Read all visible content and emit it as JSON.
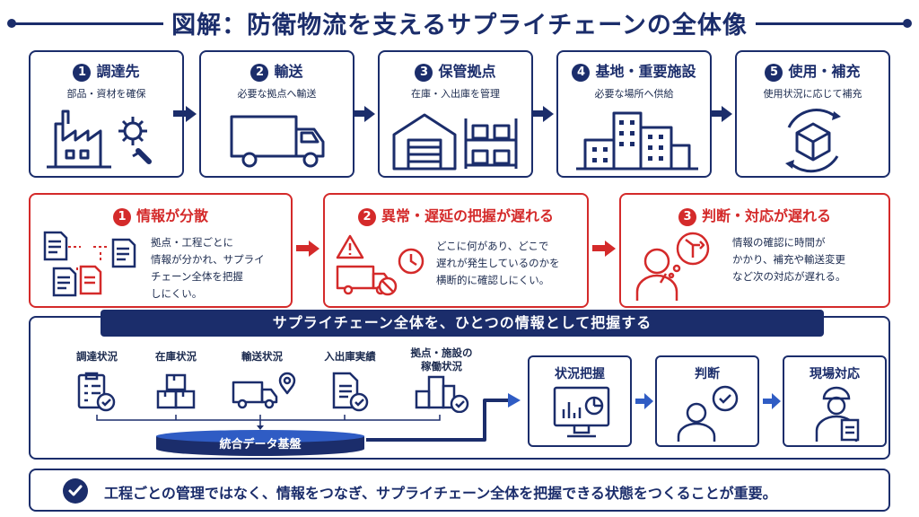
{
  "title": "図解：防衛物流を支えるサプライチェーンの全体像",
  "steps": [
    {
      "num": "1",
      "label": "調達先",
      "sub": "部品・資材を確保",
      "icon": "factory-gear-icon"
    },
    {
      "num": "2",
      "label": "輸送",
      "sub": "必要な拠点へ輸送",
      "icon": "truck-icon"
    },
    {
      "num": "3",
      "label": "保管拠点",
      "sub": "在庫・入出庫を管理",
      "icon": "warehouse-icon"
    },
    {
      "num": "4",
      "label": "基地・重要施設",
      "sub": "必要な場所へ供給",
      "icon": "buildings-icon"
    },
    {
      "num": "5",
      "label": "使用・補充",
      "sub": "使用状況に応じて補充",
      "icon": "box-cycle-icon"
    }
  ],
  "problems": [
    {
      "num": "1",
      "label": "情報が分散",
      "lines": [
        "拠点・工程ごとに",
        "情報が分かれ、サプライ",
        "チェーン全体を把握",
        "しにくい。"
      ]
    },
    {
      "num": "2",
      "label": "異常・遅延の把握が遅れる",
      "lines": [
        "どこに何があり、どこで",
        "遅れが発生しているのかを",
        "横断的に確認しにくい。"
      ]
    },
    {
      "num": "3",
      "label": "判断・対応が遅れる",
      "lines": [
        "情報の確認に時間が",
        "かかり、補充や輸送変更",
        "など次の対応が遅れる。"
      ]
    }
  ],
  "integration": {
    "banner": "サプライチェーン全体を、ひとつの情報として把握する",
    "sources": [
      {
        "label": "調達状況",
        "icon": "checklist-icon"
      },
      {
        "label": "在庫状況",
        "icon": "boxes-icon"
      },
      {
        "label": "輸送状況",
        "icon": "truck-location-icon"
      },
      {
        "label": "入出庫実績",
        "icon": "document-check-icon"
      },
      {
        "label": "拠点・施設の\n稼働状況",
        "icon": "facility-check-icon"
      }
    ],
    "database": "統合データ基盤",
    "stages": [
      {
        "label": "状況把握",
        "icon": "monitor-chart-icon"
      },
      {
        "label": "判断",
        "icon": "person-check-icon"
      },
      {
        "label": "現場対応",
        "icon": "worker-clipboard-icon"
      }
    ]
  },
  "conclusion": "工程ごとの管理ではなく、情報をつなぎ、サプライチェーン全体を把握できる状態をつくることが重要。",
  "colors": {
    "navy": "#1b2d6b",
    "red": "#d42a2a",
    "accent_blue": "#2f5cc4"
  }
}
